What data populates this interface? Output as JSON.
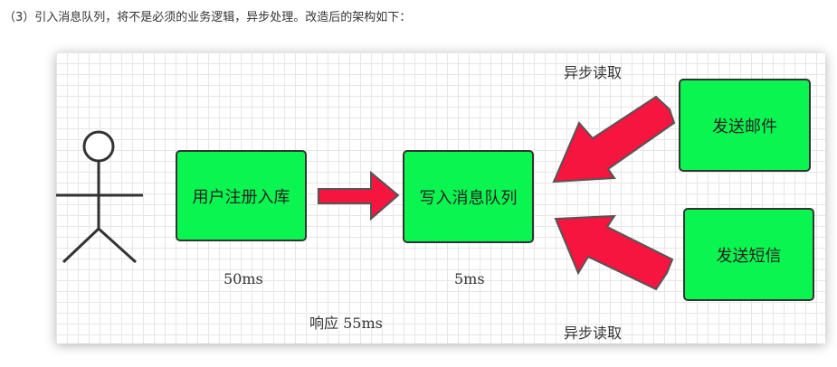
{
  "intro": "（3）引入消息队列，将不是必须的业务逻辑，异步处理。改造后的架构如下：",
  "diagram": {
    "boxes": {
      "register": "用户注册入库",
      "queue": "写入消息队列",
      "email": "发送邮件",
      "sms": "发送短信"
    },
    "labels": {
      "async_top": "异步读取",
      "async_bottom": "异步读取",
      "time_register": "50ms",
      "time_queue": "5ms",
      "response": "响应 55ms"
    },
    "icons": [
      "stick-figure-user-icon",
      "arrow-right-icon",
      "arrow-left-down-icon",
      "arrow-left-up-icon"
    ],
    "colors": {
      "box_fill": "#0bf551",
      "arrow_fill": "#f5153f",
      "border": "#333333"
    }
  }
}
